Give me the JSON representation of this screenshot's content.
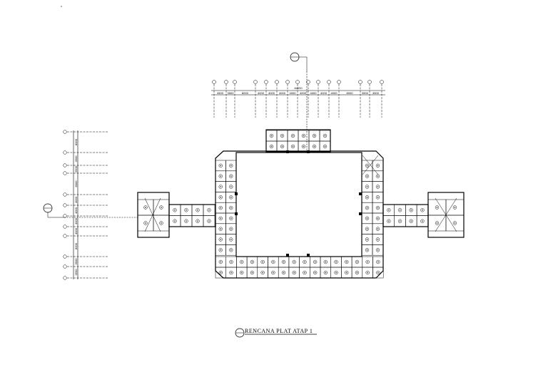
{
  "drawing": {
    "title": "RENCANA PLAT ATAP 1",
    "top_overall_dimension": "64000",
    "top_spans": [
      "4500",
      "3500",
      "8000",
      "4000",
      "4000",
      "4000",
      "4000",
      "4000",
      "4000",
      "4000",
      "4000",
      "8000",
      "3500",
      "4500"
    ],
    "left_spans": [
      "8000",
      "4500",
      "2500",
      "8000",
      "4000",
      "4000",
      "4000",
      "4000",
      "8000",
      "3500",
      "3500"
    ],
    "top_grid_count": 15,
    "left_grid_count": 12,
    "line_color": "#000000"
  }
}
